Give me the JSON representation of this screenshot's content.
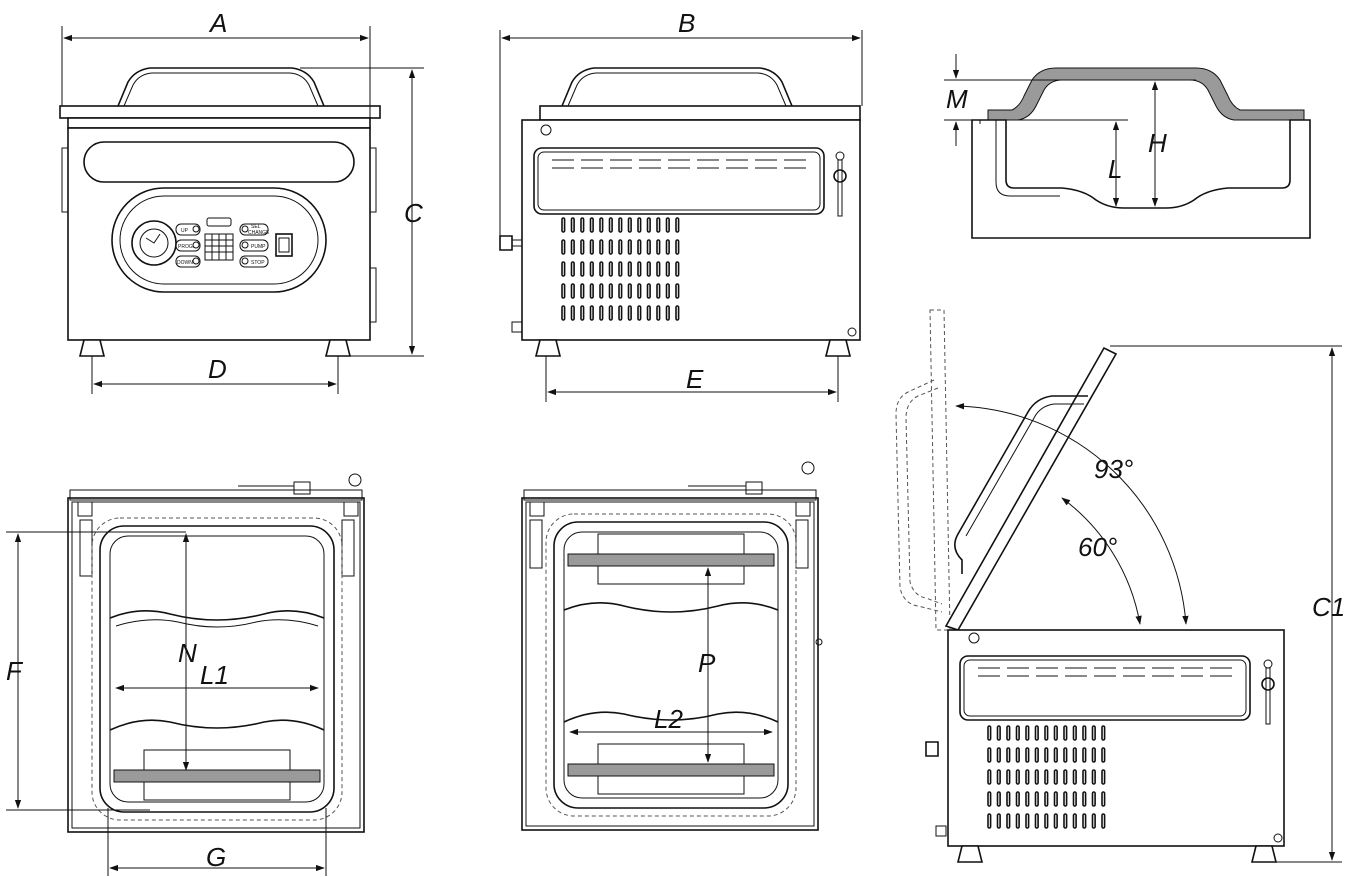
{
  "labels": {
    "A": "A",
    "B": "B",
    "C": "C",
    "D": "D",
    "E": "E",
    "M": "M",
    "H": "H",
    "L": "L",
    "F": "F",
    "N": "N",
    "L1": "L1",
    "G": "G",
    "P": "P",
    "L2": "L2",
    "C1": "C1",
    "angle_93": "93°",
    "angle_60": "60°"
  },
  "panel_text": {
    "up": "UP",
    "prog": "PROG.",
    "down": "DOWN",
    "sel_change_1": "SEL",
    "sel_change_2": "CHANGE",
    "pump": "PUMP",
    "stop": "STOP"
  }
}
